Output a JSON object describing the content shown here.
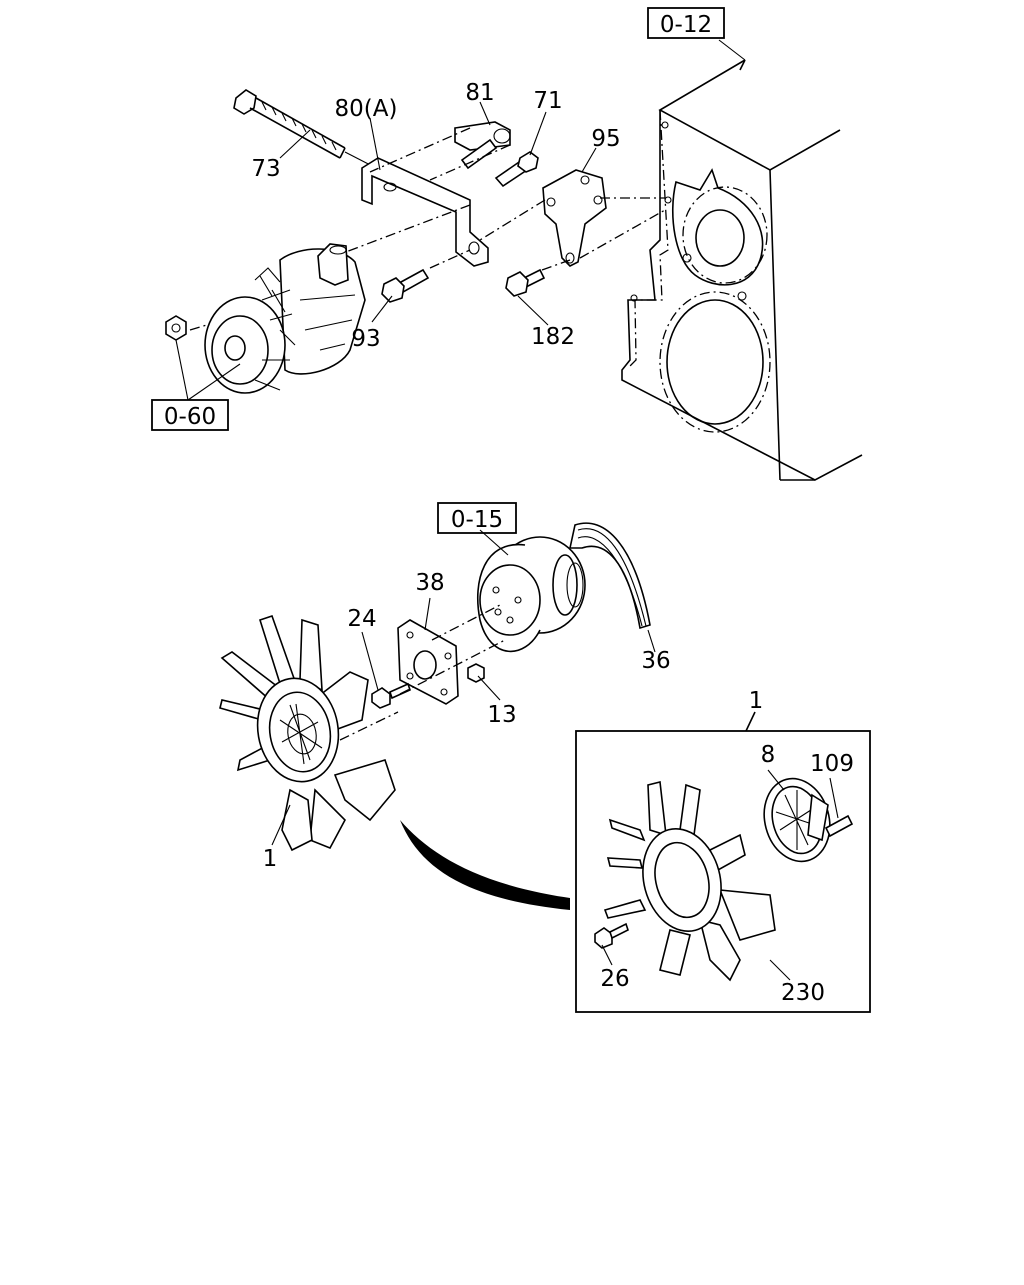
{
  "diagram": {
    "refs": {
      "ref_0_12": "0-12",
      "ref_0_60": "0-60",
      "ref_0_15": "0-15"
    },
    "parts": {
      "p73": "73",
      "p80a": "80(A)",
      "p81": "81",
      "p71": "71",
      "p95": "95",
      "p93": "93",
      "p182": "182",
      "p38": "38",
      "p24": "24",
      "p13": "13",
      "p36": "36",
      "p1_fan": "1",
      "p1_detail": "1",
      "p8": "8",
      "p109": "109",
      "p26": "26",
      "p230": "230"
    }
  }
}
